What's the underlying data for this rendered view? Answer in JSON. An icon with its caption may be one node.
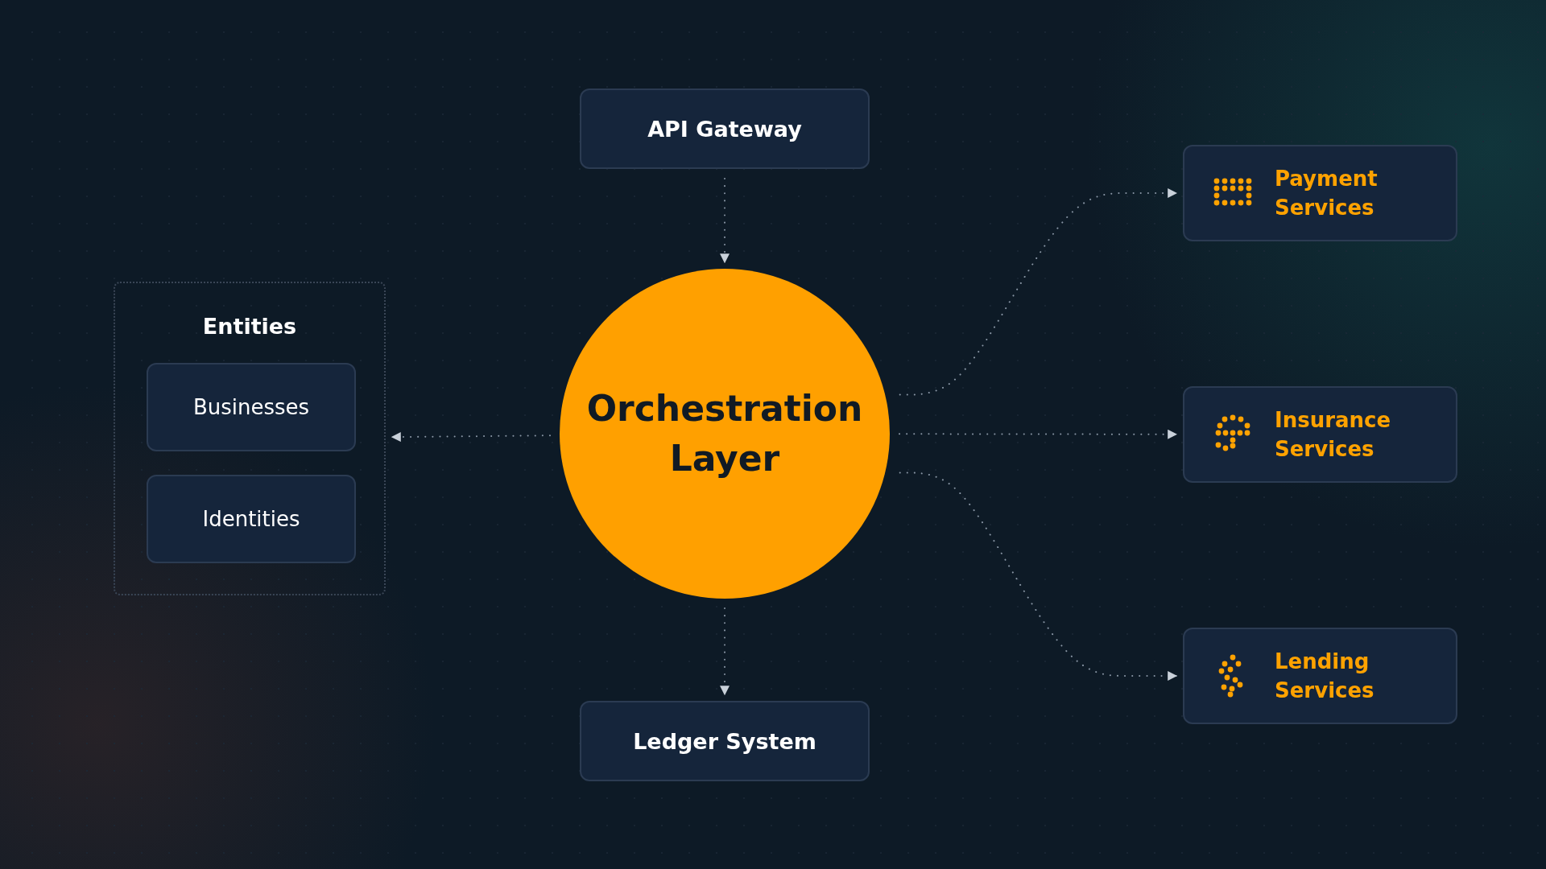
{
  "diagram": {
    "nodes": [
      {
        "text": [
          "API Gateway"
        ]
      },
      {
        "text": [
          "Orchestration Layer"
        ]
      },
      {
        "text": [
          "Entities"
        ]
      },
      {
        "text": [
          "Businesses"
        ],
        "in": 2
      },
      {
        "text": [
          "Identities"
        ],
        "in": 2
      },
      {
        "text": [
          "Payment Services"
        ]
      },
      {
        "text": [
          "Insurance Services"
        ]
      },
      {
        "text": [
          "Lending Services"
        ]
      },
      {
        "text": [
          "Ledger System"
        ]
      }
    ],
    "edges": [
      {
        "from": 0,
        "to": 1,
        "arrow": "to"
      },
      {
        "from": 1,
        "to": 2,
        "arrow": "to"
      },
      {
        "from": 1,
        "to": 5,
        "arrow": "to"
      },
      {
        "from": 1,
        "to": 6,
        "arrow": "to"
      },
      {
        "from": 1,
        "to": 7,
        "arrow": "to"
      },
      {
        "from": 1,
        "to": 8,
        "arrow": "to"
      }
    ]
  }
}
